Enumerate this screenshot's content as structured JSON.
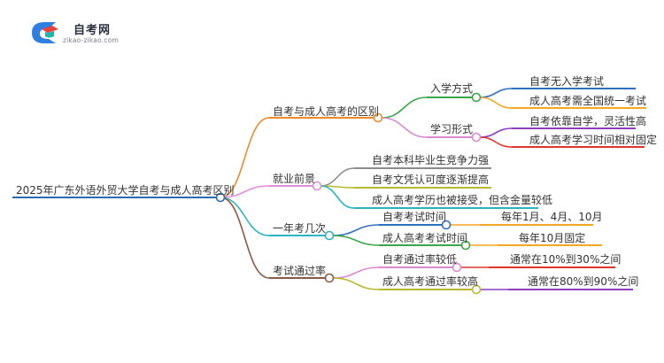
{
  "logo": {
    "name": "自考网",
    "url": "zikao-zikao.com",
    "icon": "graduation-cap-icon",
    "colors": {
      "blue": "#2f7fe0",
      "red": "#e8423a",
      "teal": "#1fb5a8"
    }
  },
  "root": {
    "label": "2025年广东外语外贸大学自考与成人高考区别",
    "color": "#2b6cb0"
  },
  "branches": [
    {
      "label": "自考与成人高考的区别",
      "color": "#f0882e",
      "children": [
        {
          "label": "入学方式",
          "color": "#3aa64a",
          "children": [
            {
              "label": "自考无入学考试",
              "color": "#2f6fbf"
            },
            {
              "label": "成人高考需全国统一考试",
              "color": "#f5a623"
            }
          ]
        },
        {
          "label": "学习形式",
          "color": "#d98ad0",
          "children": [
            {
              "label": "自考依靠自学，灵活性高",
              "color": "#8e3fbf"
            },
            {
              "label": "成人高考学习时间相对固定",
              "color": "#e0342c"
            }
          ]
        }
      ]
    },
    {
      "label": "就业前景",
      "color": "#e28fd9",
      "children": [
        {
          "label": "自考本科毕业生竞争力强",
          "color": "#8c8c8c"
        },
        {
          "label": "自考文凭认可度逐渐提高",
          "color": "#b8b830"
        },
        {
          "label": "成人高考学历也被接受，但含金量较低",
          "color": "#27b3bf"
        }
      ]
    },
    {
      "label": "一年考几次",
      "color": "#2cb4c0",
      "children": [
        {
          "label": "自考考试时间",
          "color": "#2f6fbf",
          "children": [
            {
              "label": "每年1月、4月、10月",
              "color": "#f5a623"
            }
          ]
        },
        {
          "label": "成人高考考试时间",
          "color": "#3aa64a",
          "children": [
            {
              "label": "每年10月固定",
              "color": "#f5a623"
            }
          ]
        }
      ]
    },
    {
      "label": "考试通过率",
      "color": "#8b5a46",
      "children": [
        {
          "label": "自考通过率较低",
          "color": "#d98ad0",
          "children": [
            {
              "label": "通常在10%到30%之间",
              "color": "#e0342c"
            }
          ]
        },
        {
          "label": "成人高考通过率较高",
          "color": "#b8b830",
          "children": [
            {
              "label": "通常在80%到90%之间",
              "color": "#8e3fbf"
            }
          ]
        }
      ]
    }
  ]
}
